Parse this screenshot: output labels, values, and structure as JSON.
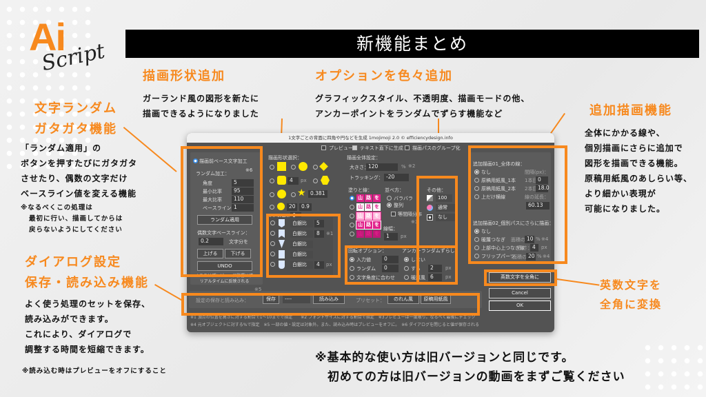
{
  "logo": {
    "main": "Ai",
    "sub": "Script"
  },
  "header": {
    "title": "新機能まとめ"
  },
  "callouts": {
    "shapes": {
      "title": "描画形状追加",
      "lines": [
        "ガーランド風の図形を新たに",
        "描画できるようになりました"
      ]
    },
    "options": {
      "title": "オプションを色々追加",
      "lines": [
        "グラフィックスタイル、不透明度、描画モードの他、",
        "アンカーポイントをランダムでずらす機能など"
      ]
    },
    "random": {
      "title_lines": [
        "文字ランダム",
        "ガタガタ機能"
      ],
      "lines": [
        "「ランダム適用」の",
        "ボタンを押すたびにガタガタ",
        "させたり、偶数の文字だけ",
        "ベースライン値を変える機能"
      ],
      "note_lines": [
        "※なるべくこの処理は",
        "最初に行い、描画してからは",
        "戻らないようにしてください"
      ]
    },
    "dialog_save": {
      "title_lines": [
        "ダイアログ設定",
        "保存・読み込み機能"
      ],
      "lines": [
        "よく使う処理のセットを保存、",
        "読み込みができます。",
        "これにより、ダイアログで",
        "調整する時間を短縮できます。"
      ],
      "note": "※読み込む時はプレビューをオフにすること"
    },
    "extra": {
      "title": "追加描画機能",
      "lines": [
        "全体にかかる線や、",
        "個別描画にさらに追加で",
        "図形を描画できる機能。",
        "原稿用紙風のあしらい等、",
        "より細かい表現が",
        "可能になりました。"
      ]
    },
    "fullwidth": {
      "title_lines": [
        "英数文字を",
        "全角に変換"
      ]
    },
    "bottom": {
      "lines": [
        "※基本的な使い方は旧バージョンと同じです。",
        "初めての方は旧バージョンの動画をまずご覧ください"
      ]
    }
  },
  "dialog": {
    "title": "1文字ごとの背面に四角や円などを生成 1mojimoji 2.0 © efficiencydesign.info",
    "top_checks": [
      {
        "label": "プレビュー",
        "checked": false
      },
      {
        "label": "テキスト直下に生成",
        "checked": true
      },
      {
        "label": "描画パスのグループ化",
        "checked": false
      }
    ],
    "left": {
      "mode_label": "描画前ベース文字加工",
      "random_label": "ランダム加工：",
      "note6": "※6",
      "fields": [
        {
          "label": "角度",
          "value": "5"
        },
        {
          "label": "最小比率",
          "value": "95"
        },
        {
          "label": "最大比率",
          "value": "110"
        },
        {
          "label": "ベースライン",
          "value": "1"
        }
      ],
      "apply_button": "ランダム適用",
      "even_label": "偶数文字ベースライン：",
      "even_value": "0.2",
      "even_unit": "文字分を",
      "up_button": "上げる",
      "down_button": "下げる",
      "undo_button": "UNDO",
      "note_lines": [
        "※ここはプレビューに影響せず",
        "リアルタイムに反映される"
      ]
    },
    "shapes": {
      "label": "描画形状選択：",
      "row2_value": "4",
      "row2_unit": "px",
      "star_value": "0.381",
      "row4_a": "20",
      "row4_b": "0.9",
      "polygon_label": "多角形",
      "polygon_value": "6",
      "garland": [
        {
          "sel": "白銀比",
          "value": "5",
          "note": ""
        },
        {
          "sel": "白銀比",
          "value": "8",
          "note": "※1"
        },
        {
          "sel": "白銀比",
          "value": "",
          "note": ""
        },
        {
          "sel": "白銀比",
          "value": "",
          "note": ""
        },
        {
          "sel": "白銀比",
          "value": "4",
          "note": "px"
        }
      ]
    },
    "overall": {
      "label": "描画全体設定：",
      "size_label": "大きさ：",
      "size_value": "120",
      "size_unit": "%",
      "size_note": "※2",
      "tracking_label": "トラッキング：",
      "tracking_value": "-20",
      "fill_label": "塗りと線：",
      "fill_text": "山路を",
      "arrange_label": "並べ方：",
      "arrange_options": [
        "バラバラ",
        "整列"
      ],
      "equal_label": "等間隔分布",
      "note3": "※3",
      "stroke_label": "線幅：",
      "stroke_value": "1",
      "stroke_unit": "px"
    },
    "other": {
      "label": "その他：",
      "opacity": "100",
      "opacity_unit": "%",
      "blend": "通常",
      "style": "なし"
    },
    "rotation": {
      "label": "回転オプション：",
      "options": [
        {
          "label": "入力値",
          "value": "0"
        },
        {
          "label": "ランダム",
          "value": "0"
        },
        {
          "label": "文字角度に合わせ",
          "value": ""
        }
      ]
    },
    "anchor": {
      "label": "アンカーランダムずらし",
      "options": [
        {
          "label": "しない",
          "value": "",
          "unit": ""
        },
        {
          "label": "する",
          "value": "2",
          "unit": "px"
        },
        {
          "label": "暖簾風",
          "value": "6",
          "unit": "px"
        }
      ]
    },
    "extra1": {
      "label": "追加描画01_全体の線：",
      "options": [
        "なし",
        "原稿用紙風_1本",
        "原稿用紙風_2本",
        "上だけ横線"
      ],
      "interval_label": "間隔(px)：",
      "first_label": "1本目",
      "first_value": "0",
      "second_label": "2本目",
      "second_value": "18.0",
      "extend_label": "線の延長：",
      "extend_value": "60.13"
    },
    "extra2": {
      "label": "追加描画02_個別パスにさらに描画：",
      "options": [
        {
          "label": "なし"
        },
        {
          "label": "暖簾つなぎ",
          "sub": "面積の",
          "value": "10",
          "unit": "%",
          "note": "※4"
        },
        {
          "label": "上部中心上つなぎ線",
          "sub": "長さ：",
          "value": "4",
          "unit": "px"
        },
        {
          "label": "フリップパーツ",
          "sub": "面積の",
          "value": "20",
          "unit": "%",
          "note": "※4"
        }
      ]
    },
    "fullwidth_button": "英数文字を全角に",
    "cancel_button": "Cancel",
    "ok_button": "OK",
    "save": {
      "note5": "※5",
      "label": "設定の保存と読み込み：",
      "save_button": "保存",
      "select_value": "----",
      "load_button": "読み込み",
      "preset_label": "プリセット：",
      "preset1": "のれん風",
      "preset2": "原稿用紙風"
    },
    "footnotes": [
      "※1 頂点の位置を高さに対する割合で1〜10までで指定　　※2 フォントサイズに対する割合で指定　※3プレビューは一度限り。なるべく最後にチェック",
      "※4 元オブジェクトに対する%で指定　※5 一部の値・設定は対象外。また、読み込み時はプレビューをオフに。　※6 ダイアログを閉じると値が保存される"
    ]
  },
  "colors": {
    "accent": "#f7891e",
    "dialog_bg": "#535353",
    "pink": "#e0208a",
    "yellow": "#ffe800"
  }
}
